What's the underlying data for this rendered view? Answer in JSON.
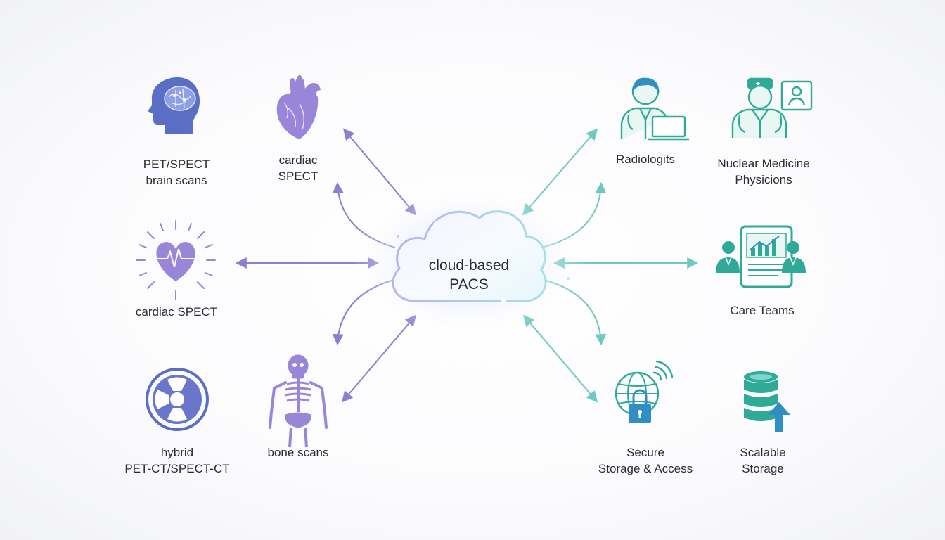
{
  "hub": {
    "line1": "cloud-based",
    "line2": "PACS"
  },
  "left_nodes": [
    {
      "id": "pet-spect-brain",
      "lines": [
        "PET/SPECT",
        "brain scans"
      ],
      "icon": "brain-head-icon"
    },
    {
      "id": "cardiac-spect-top",
      "lines": [
        "cardiac",
        "SPECT"
      ],
      "icon": "heart-icon"
    },
    {
      "id": "cardiac-spect-mid",
      "lines": [
        "cardiac SPECT"
      ],
      "icon": "heartbeat-icon"
    },
    {
      "id": "hybrid",
      "lines": [
        "hybrid",
        "PET-CT/SPECT-CT"
      ],
      "icon": "scanner-ring-icon"
    },
    {
      "id": "bone-scans",
      "lines": [
        "bone scans"
      ],
      "icon": "skeleton-icon"
    }
  ],
  "right_nodes": [
    {
      "id": "radiologists",
      "lines": [
        "Radiologits"
      ],
      "icon": "doctor-laptop-icon"
    },
    {
      "id": "nuclear-medicine",
      "lines": [
        "Nuclear Medicine",
        "Physicions"
      ],
      "icon": "physician-video-icon"
    },
    {
      "id": "care-teams",
      "lines": [
        "Care Teams"
      ],
      "icon": "tablet-team-icon"
    },
    {
      "id": "secure-storage",
      "lines": [
        "Secure",
        "Storage & Access"
      ],
      "icon": "globe-lock-icon"
    },
    {
      "id": "scalable-storage",
      "lines": [
        "Scalable",
        "Storage"
      ],
      "icon": "database-upload-icon"
    }
  ],
  "colors": {
    "left_accent": "#8c7fd0",
    "left_icon_dark": "#5a6fc4",
    "left_icon_purple": "#9a86d8",
    "right_accent": "#6dc9c2",
    "right_icon": "#2faa96",
    "right_icon_blue": "#2f8ec4",
    "cloud_glow": "#cfd8ff"
  }
}
